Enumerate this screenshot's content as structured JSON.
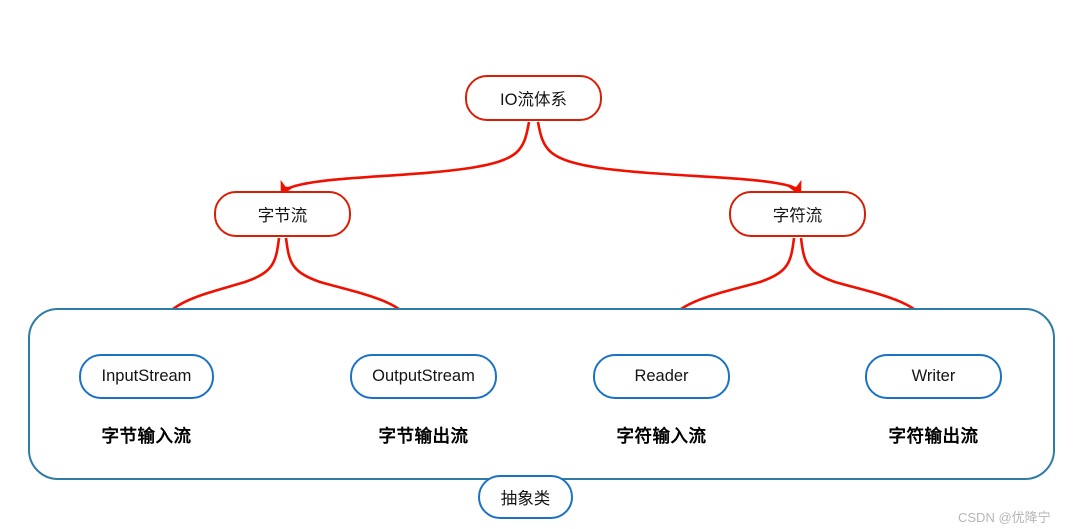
{
  "diagram": {
    "title_node": {
      "label": "IO流体系"
    },
    "level2": [
      {
        "label": "字节流"
      },
      {
        "label": "字符流"
      }
    ],
    "level3": [
      {
        "label": "InputStream",
        "caption": "字节输入流"
      },
      {
        "label": "OutputStream",
        "caption": "字节输出流"
      },
      {
        "label": "Reader",
        "caption": "字符输入流"
      },
      {
        "label": "Writer",
        "caption": "字符输出流"
      }
    ],
    "group_label": {
      "label": "抽象类"
    },
    "colors": {
      "red_border": "#D61F06",
      "blue_border": "#1B72C4",
      "teal_border": "#2E7CA3",
      "arrow": "#F01000",
      "background": "#FFFFFF"
    }
  },
  "watermark": {
    "text": "CSDN @优降宁"
  }
}
